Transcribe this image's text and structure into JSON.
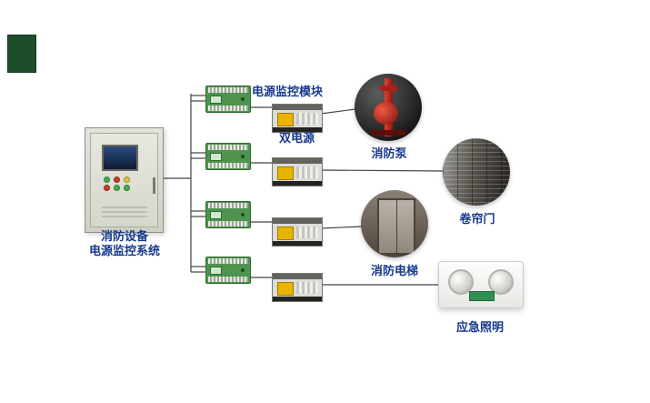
{
  "cabinet": {
    "label_line1": "消防设备",
    "label_line2": "电源监控系统"
  },
  "branch_labels": {
    "module": "电源监控模块",
    "dual_power": "双电源"
  },
  "devices": [
    {
      "name": "消防泵"
    },
    {
      "name": "卷帘门"
    },
    {
      "name": "消防电梯"
    },
    {
      "name": "应急照明"
    }
  ],
  "colors": {
    "label_text": "#17398e",
    "wire": "#444444",
    "module_green": "#4e944e",
    "ats_yellow": "#e9b400",
    "pump_red": "#c8281c",
    "logo_green": "#1d4d2b"
  }
}
